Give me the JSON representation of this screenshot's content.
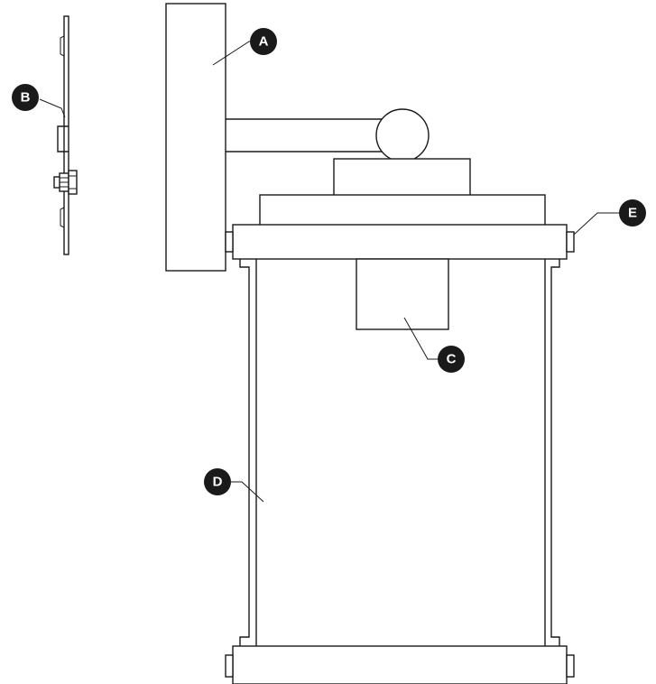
{
  "callouts": {
    "a": "A",
    "b": "B",
    "c": "C",
    "d": "D",
    "e": "E"
  },
  "colors": {
    "line": "#1a1a1a",
    "background": "#ffffff",
    "callout_fill": "#1a1a1a",
    "callout_text": "#ffffff"
  }
}
